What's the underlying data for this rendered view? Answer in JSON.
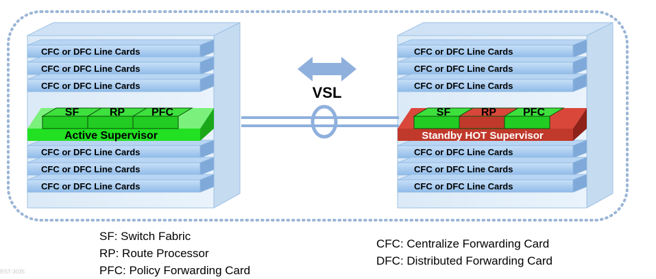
{
  "left_chassis": {
    "top_cards": [
      "CFC or DFC Line Cards",
      "CFC or DFC Line Cards",
      "CFC or DFC Line Cards"
    ],
    "bottom_cards": [
      "CFC or DFC Line Cards",
      "CFC or DFC Line Cards",
      "CFC or DFC Line Cards"
    ],
    "modules": [
      "SF",
      "RP",
      "PFC"
    ],
    "supervisor_label": "Active Supervisor"
  },
  "right_chassis": {
    "top_cards": [
      "CFC or DFC Line Cards",
      "CFC or DFC Line Cards",
      "CFC or DFC Line Cards"
    ],
    "bottom_cards": [
      "CFC or DFC Line Cards",
      "CFC or DFC Line Cards",
      "CFC or DFC Line Cards"
    ],
    "modules": [
      "SF",
      "RP",
      "PFC"
    ],
    "supervisor_label": "Standby HOT Supervisor"
  },
  "link": {
    "label": "VSL"
  },
  "legend_left": [
    "SF: Switch Fabric",
    "RP: Route Processor",
    "PFC: Policy Forwarding Card"
  ],
  "legend_right": [
    "CFC: Centralize Forwarding Card",
    "DFC: Distributed Forwarding Card"
  ],
  "footer_tag": "RST-3035",
  "colors": {
    "dotted_border": "#9bb5d6",
    "line_card": "#a8ccf2",
    "active_green": "#22e022",
    "module_green": "#22cc22",
    "standby_red": "#c0392b",
    "link_blue": "#8fb0dd"
  }
}
